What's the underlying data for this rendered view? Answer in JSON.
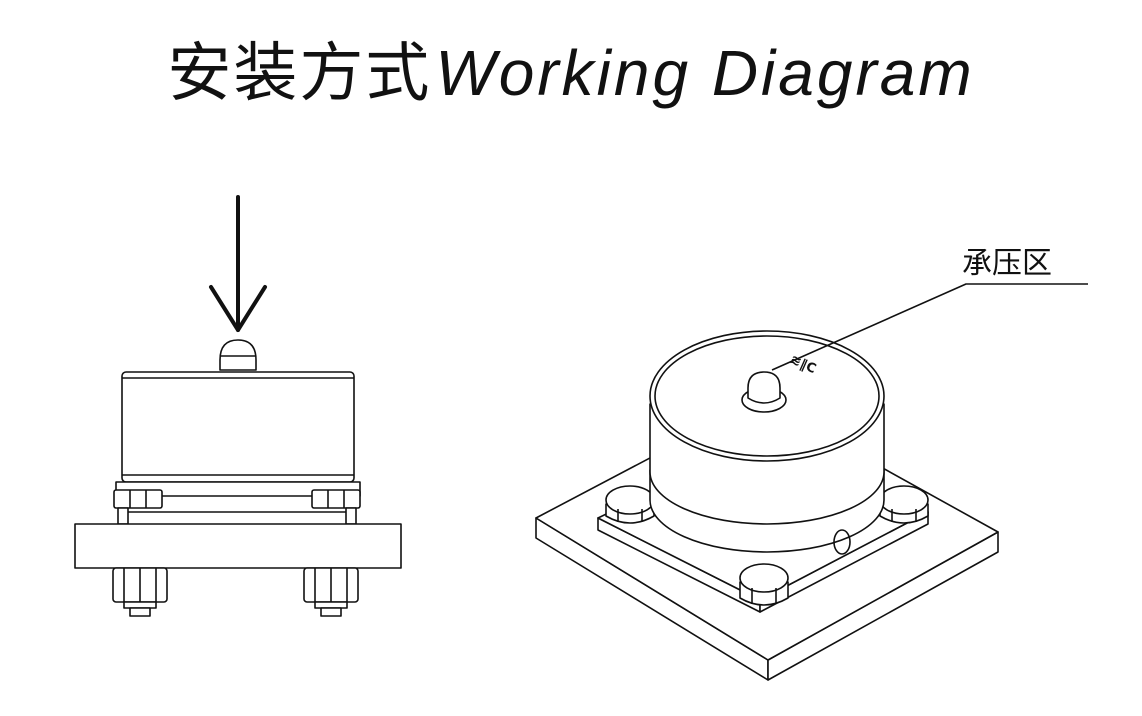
{
  "title": {
    "zh": "安装方式",
    "en": "Working Diagram"
  },
  "callout": {
    "label": "承压区"
  },
  "colors": {
    "ink": "#111111",
    "background": "#ffffff"
  },
  "icons": {
    "force": "down-arrow-icon",
    "logo": "brand-logo-icon"
  }
}
